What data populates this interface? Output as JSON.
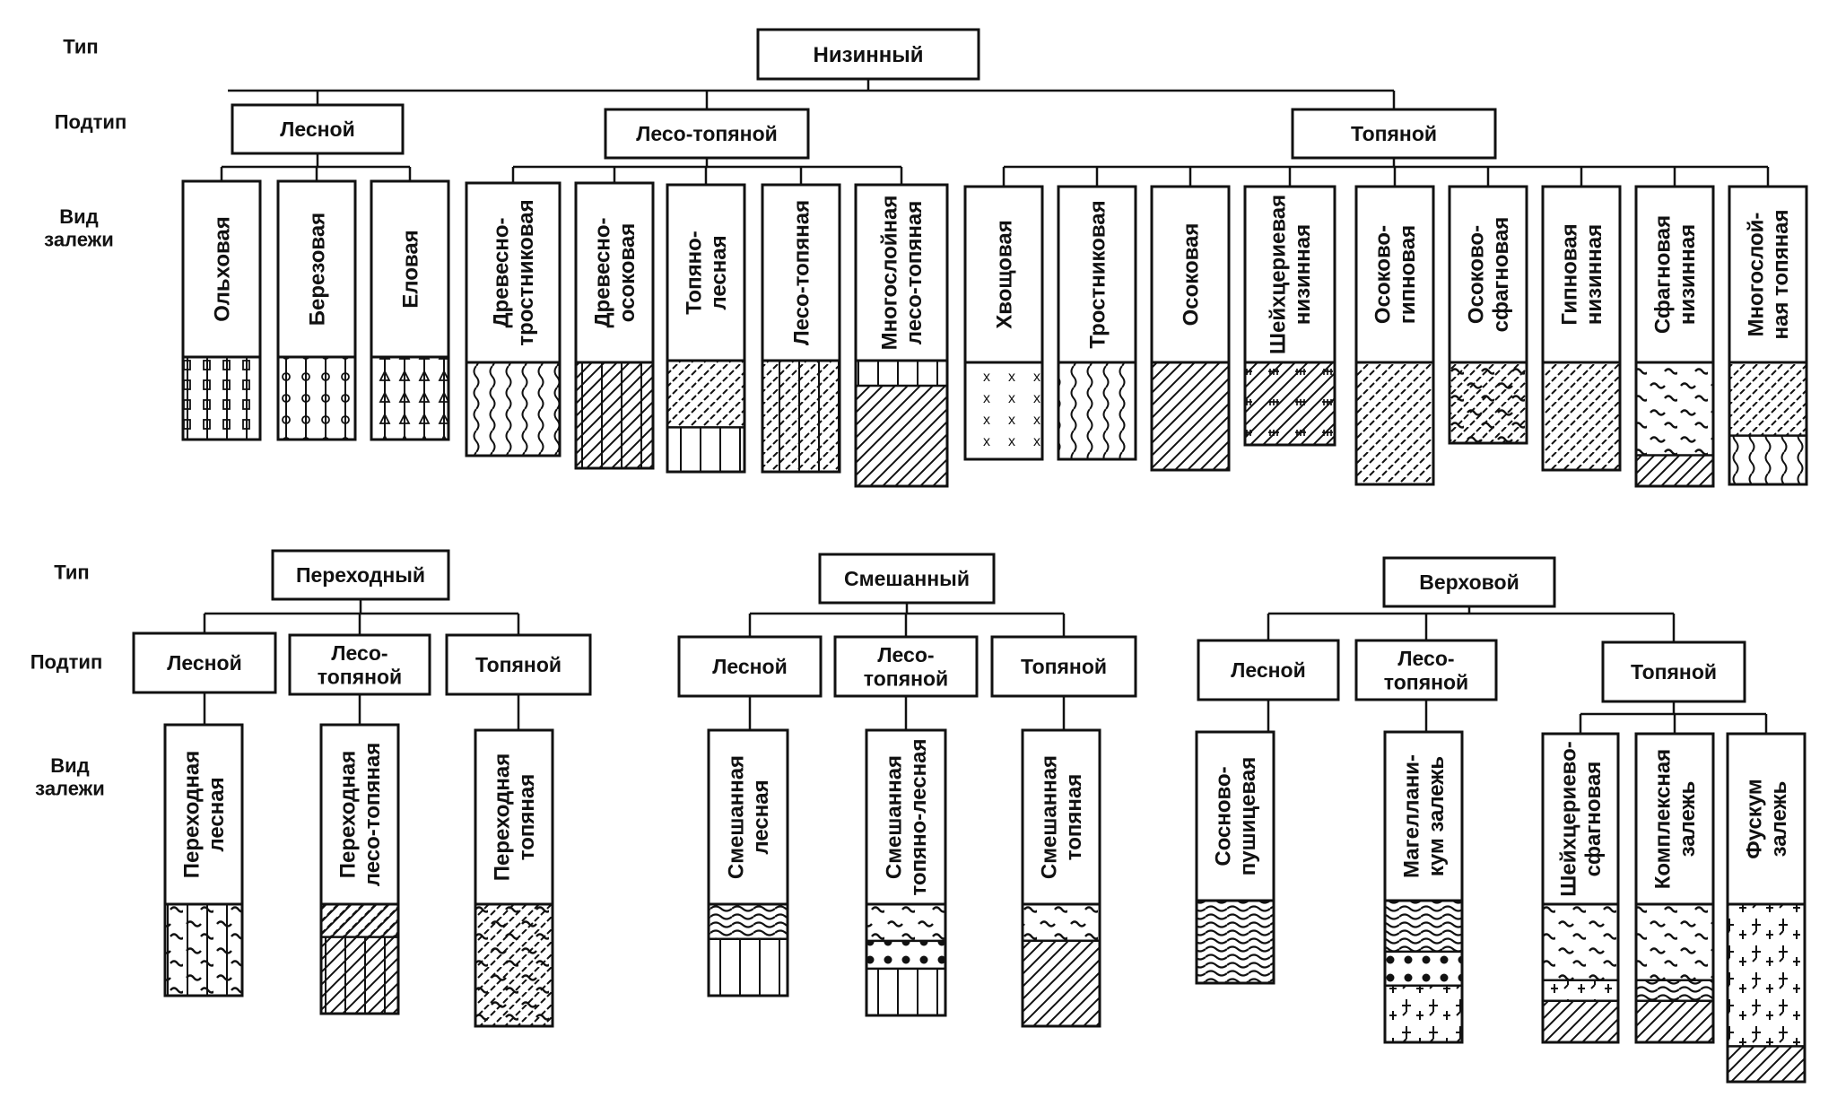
{
  "row_labels": {
    "type": "Тип",
    "subtype": "Подтип",
    "deposit_kind": [
      "Вид",
      "залежи"
    ]
  },
  "sections": [
    {
      "id": "lowland",
      "type_label": "Низинный",
      "subtypes": [
        {
          "label": [
            "Лесной"
          ],
          "deposits": [
            {
              "label": [
                "Ольховая"
              ],
              "pattern": "alder"
            },
            {
              "label": [
                "Березовая"
              ],
              "pattern": "birch"
            },
            {
              "label": [
                "Еловая"
              ],
              "pattern": "spruce"
            }
          ]
        },
        {
          "label": [
            "Лесо-топяной"
          ],
          "deposits": [
            {
              "label": [
                "Древесно-",
                "тростниковая"
              ],
              "pattern": "wood-reed"
            },
            {
              "label": [
                "Древесно-",
                "осоковая"
              ],
              "pattern": "wood-sedge"
            },
            {
              "label": [
                "Топяно-",
                "лесная"
              ],
              "pattern": "fen-forest"
            },
            {
              "label": [
                "Лесо-топяная"
              ],
              "pattern": "forest-fen"
            },
            {
              "label": [
                "Многослойная",
                "лесо-топяная"
              ],
              "pattern": "multilayer-forest-fen"
            }
          ]
        },
        {
          "label": [
            "Топяной"
          ],
          "deposits": [
            {
              "label": [
                "Хвощовая"
              ],
              "pattern": "horsetail"
            },
            {
              "label": [
                "Тростниковая"
              ],
              "pattern": "reed"
            },
            {
              "label": [
                "Осоковая"
              ],
              "pattern": "sedge"
            },
            {
              "label": [
                "Шейхцериевая",
                "низинная"
              ],
              "pattern": "scheuchzeria-lowland"
            },
            {
              "label": [
                "Осоково-",
                "гипновая"
              ],
              "pattern": "sedge-hypnum"
            },
            {
              "label": [
                "Осоково-",
                "сфагновая"
              ],
              "pattern": "sedge-sphagnum"
            },
            {
              "label": [
                "Гипновая",
                "низинная"
              ],
              "pattern": "hypnum-lowland"
            },
            {
              "label": [
                "Сфагновая",
                "низинная"
              ],
              "pattern": "sphagnum-lowland"
            },
            {
              "label": [
                "Многослой-",
                "ная топяная"
              ],
              "pattern": "multilayer-fen"
            }
          ]
        }
      ]
    },
    {
      "id": "transitional",
      "type_label": "Переходный",
      "subtypes": [
        {
          "label": [
            "Лесной"
          ],
          "deposits": [
            {
              "label": [
                "Переходная",
                "лесная"
              ],
              "pattern": "transitional-forest"
            }
          ]
        },
        {
          "label": [
            "Лесо-",
            "топяной"
          ],
          "deposits": [
            {
              "label": [
                "Переходная",
                "лесо-топяная"
              ],
              "pattern": "transitional-forest-fen"
            }
          ]
        },
        {
          "label": [
            "Топяной"
          ],
          "deposits": [
            {
              "label": [
                "Переходная",
                "топяная"
              ],
              "pattern": "transitional-fen"
            }
          ]
        }
      ]
    },
    {
      "id": "mixed",
      "type_label": "Смешанный",
      "subtypes": [
        {
          "label": [
            "Лесной"
          ],
          "deposits": [
            {
              "label": [
                "Смешанная",
                "лесная"
              ],
              "pattern": "mixed-forest"
            }
          ]
        },
        {
          "label": [
            "Лесо-",
            "топяной"
          ],
          "deposits": [
            {
              "label": [
                "Смешанная",
                "топяно-лесная"
              ],
              "pattern": "mixed-fen-forest"
            }
          ]
        },
        {
          "label": [
            "Топяной"
          ],
          "deposits": [
            {
              "label": [
                "Смешанная",
                "топяная"
              ],
              "pattern": "mixed-fen"
            }
          ]
        }
      ]
    },
    {
      "id": "upland",
      "type_label": "Верховой",
      "subtypes": [
        {
          "label": [
            "Лесной"
          ],
          "deposits": [
            {
              "label": [
                "Сосново-",
                "пушицевая"
              ],
              "pattern": "pine-cottongrass"
            }
          ]
        },
        {
          "label": [
            "Лесо-",
            "топяной"
          ],
          "deposits": [
            {
              "label": [
                "Магеллани-",
                "кум залежь"
              ],
              "pattern": "magellanicum"
            }
          ]
        },
        {
          "label": [
            "Топяной"
          ],
          "deposits": [
            {
              "label": [
                "Шейхцериево-",
                "сфагновая"
              ],
              "pattern": "scheuchzeria-sphagnum"
            },
            {
              "label": [
                "Комплексная",
                "залежь"
              ],
              "pattern": "complex"
            },
            {
              "label": [
                "Фускум",
                "залежь"
              ],
              "pattern": "fuscum"
            }
          ]
        }
      ]
    }
  ],
  "colors": {
    "ink": "#111111",
    "background": "#ffffff"
  }
}
